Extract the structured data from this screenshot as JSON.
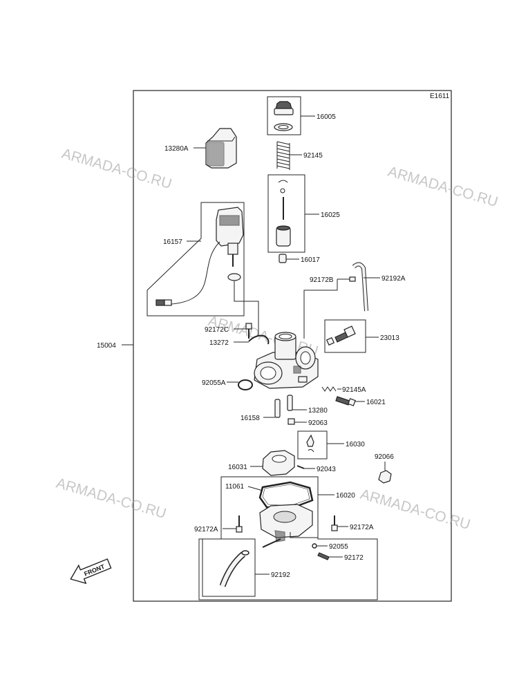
{
  "diagram": {
    "code": "E1611",
    "front_label": "FRONT",
    "watermark": "ARMADA-CO.RU",
    "parts": {
      "p16005": "16005",
      "p13280A": "13280A",
      "p92145": "92145",
      "p16025": "16025",
      "p16157": "16157",
      "p16017": "16017",
      "p92172B": "92172B",
      "p92192A": "92192A",
      "p92172C": "92172C",
      "p13272": "13272",
      "p15004": "15004",
      "p23013": "23013",
      "p92055A": "92055A",
      "p92145A": "92145A",
      "p16021": "16021",
      "p13280": "13280",
      "p16158": "16158",
      "p92063": "92063",
      "p16030": "16030",
      "p92066": "92066",
      "p16031": "16031",
      "p92043": "92043",
      "p11061": "11061",
      "p16020": "16020",
      "p92172A_left": "92172A",
      "p92172A_right": "92172A",
      "p92055": "92055",
      "p92172": "92172",
      "p92192": "92192"
    }
  }
}
